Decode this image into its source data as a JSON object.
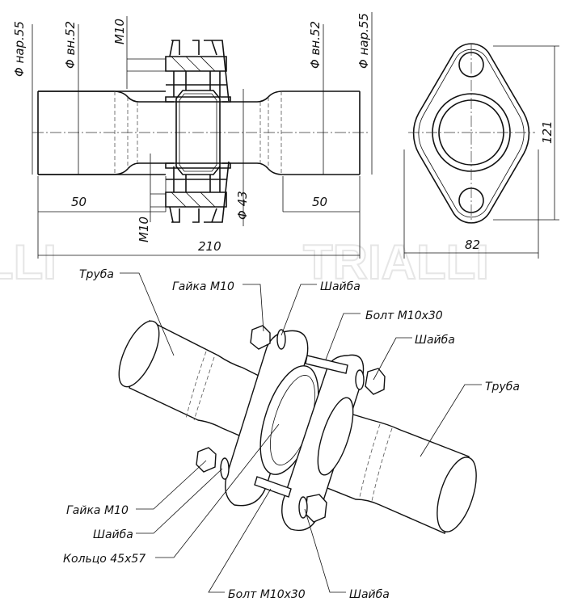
{
  "side_view": {
    "dims": {
      "outer_left": "Φ нар.55",
      "inner_left": "Φ вн.52",
      "bolt_top": "M10",
      "bolt_bottom": "M10",
      "inner_right": "Φ вн.52",
      "outer_right": "Φ нар.55",
      "neck": "Φ 43",
      "left_len": "50",
      "right_len": "50",
      "total_len": "210"
    }
  },
  "flange_view": {
    "dims": {
      "height": "121",
      "width": "82"
    }
  },
  "iso_view": {
    "labels": {
      "pipe_left": "Труба",
      "nut_top": "Гайка M10",
      "washer_top": "Шайба",
      "bolt_top": "Болт M10x30",
      "washer_right": "Шайба",
      "pipe_right": "Труба",
      "nut_bottom": "Гайка M10",
      "washer_bottom": "Шайба",
      "ring": "Кольцо 45x57",
      "bolt_bottom": "Болт M10x30",
      "washer_bottom_right": "Шайба"
    }
  }
}
